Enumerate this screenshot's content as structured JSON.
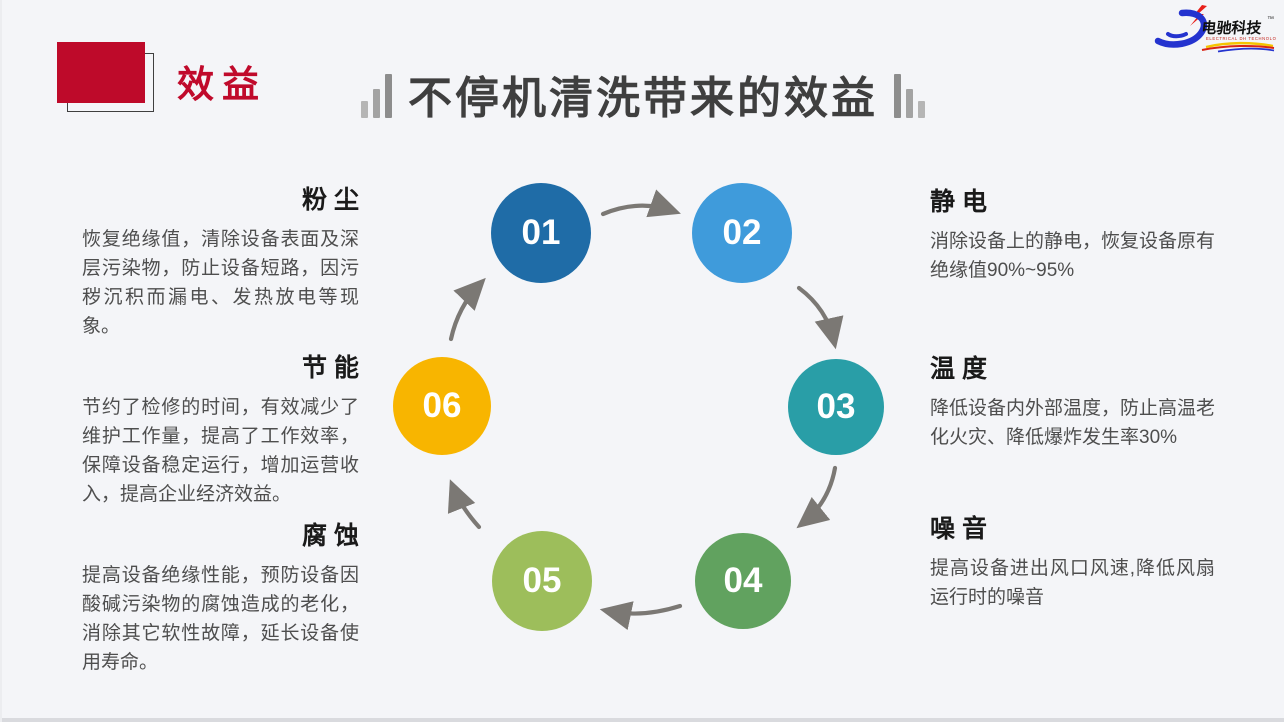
{
  "slide": {
    "corner_label": "效益",
    "title": "不停机清洗带来的效益"
  },
  "logo": {
    "name": "电驰科技",
    "trademark": "™",
    "subtitle": "ELECTRICAL DH TECHNOLOGY",
    "colors": {
      "swoosh_blue": "#2433cf",
      "bolt_red": "#e81f1a",
      "underline_yellow": "#f5c400",
      "underline_red": "#d92313"
    }
  },
  "diagram": {
    "arrow_color": "#7b7874",
    "nodes": [
      {
        "number": "01",
        "color": "#1f6ca7"
      },
      {
        "number": "02",
        "color": "#3f9bdb"
      },
      {
        "number": "03",
        "color": "#299ea7"
      },
      {
        "number": "04",
        "color": "#61a25f"
      },
      {
        "number": "05",
        "color": "#9dbe5b"
      },
      {
        "number": "06",
        "color": "#f8b500"
      }
    ]
  },
  "benefits": {
    "left": [
      {
        "heading": "粉尘",
        "body": "恢复绝缘值，清除设备表面及深层污染物，防止设备短路，因污秽沉积而漏电、发热放电等现象。"
      },
      {
        "heading": "节能",
        "body": "节约了检修的时间，有效减少了维护工作量，提高了工作效率，保障设备稳定运行，增加运营收入，提高企业经济效益。"
      },
      {
        "heading": "腐蚀",
        "body": "提高设备绝缘性能，预防设备因酸碱污染物的腐蚀造成的老化，消除其它软性故障，延长设备使用寿命。"
      }
    ],
    "right": [
      {
        "heading": "静电",
        "body": "消除设备上的静电，恢复设备原有绝缘值90%~95%"
      },
      {
        "heading": "温度",
        "body": "降低设备内外部温度，防止高温老化火灾、降低爆炸发生率30%"
      },
      {
        "heading": "噪音",
        "body": "提高设备进出风口风速,降低风扇运行时的噪音"
      }
    ]
  },
  "palette": {
    "background": "#f4f5f8",
    "accent_red": "#be0a2a",
    "title_gray": "#3f3f3f"
  }
}
